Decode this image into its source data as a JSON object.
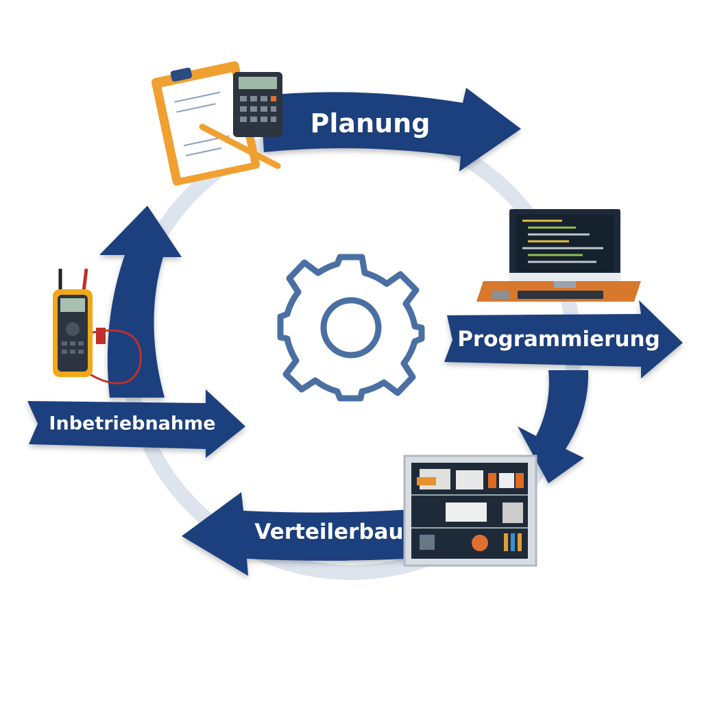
{
  "steps": [
    {
      "label": "Planung",
      "icon": "clipboard-calculator-icon"
    },
    {
      "label": "Programmierung",
      "icon": "computer-monitor-icon"
    },
    {
      "label": "Verteilerbau",
      "icon": "distribution-panel-icon"
    },
    {
      "label": "Inbetriebnahme",
      "icon": "multimeter-icon"
    }
  ],
  "center_icon": "gear-icon",
  "colors": {
    "arrow": "#1d3f7e",
    "gear": "#4a6fa3",
    "ring": "#dde4ee"
  }
}
